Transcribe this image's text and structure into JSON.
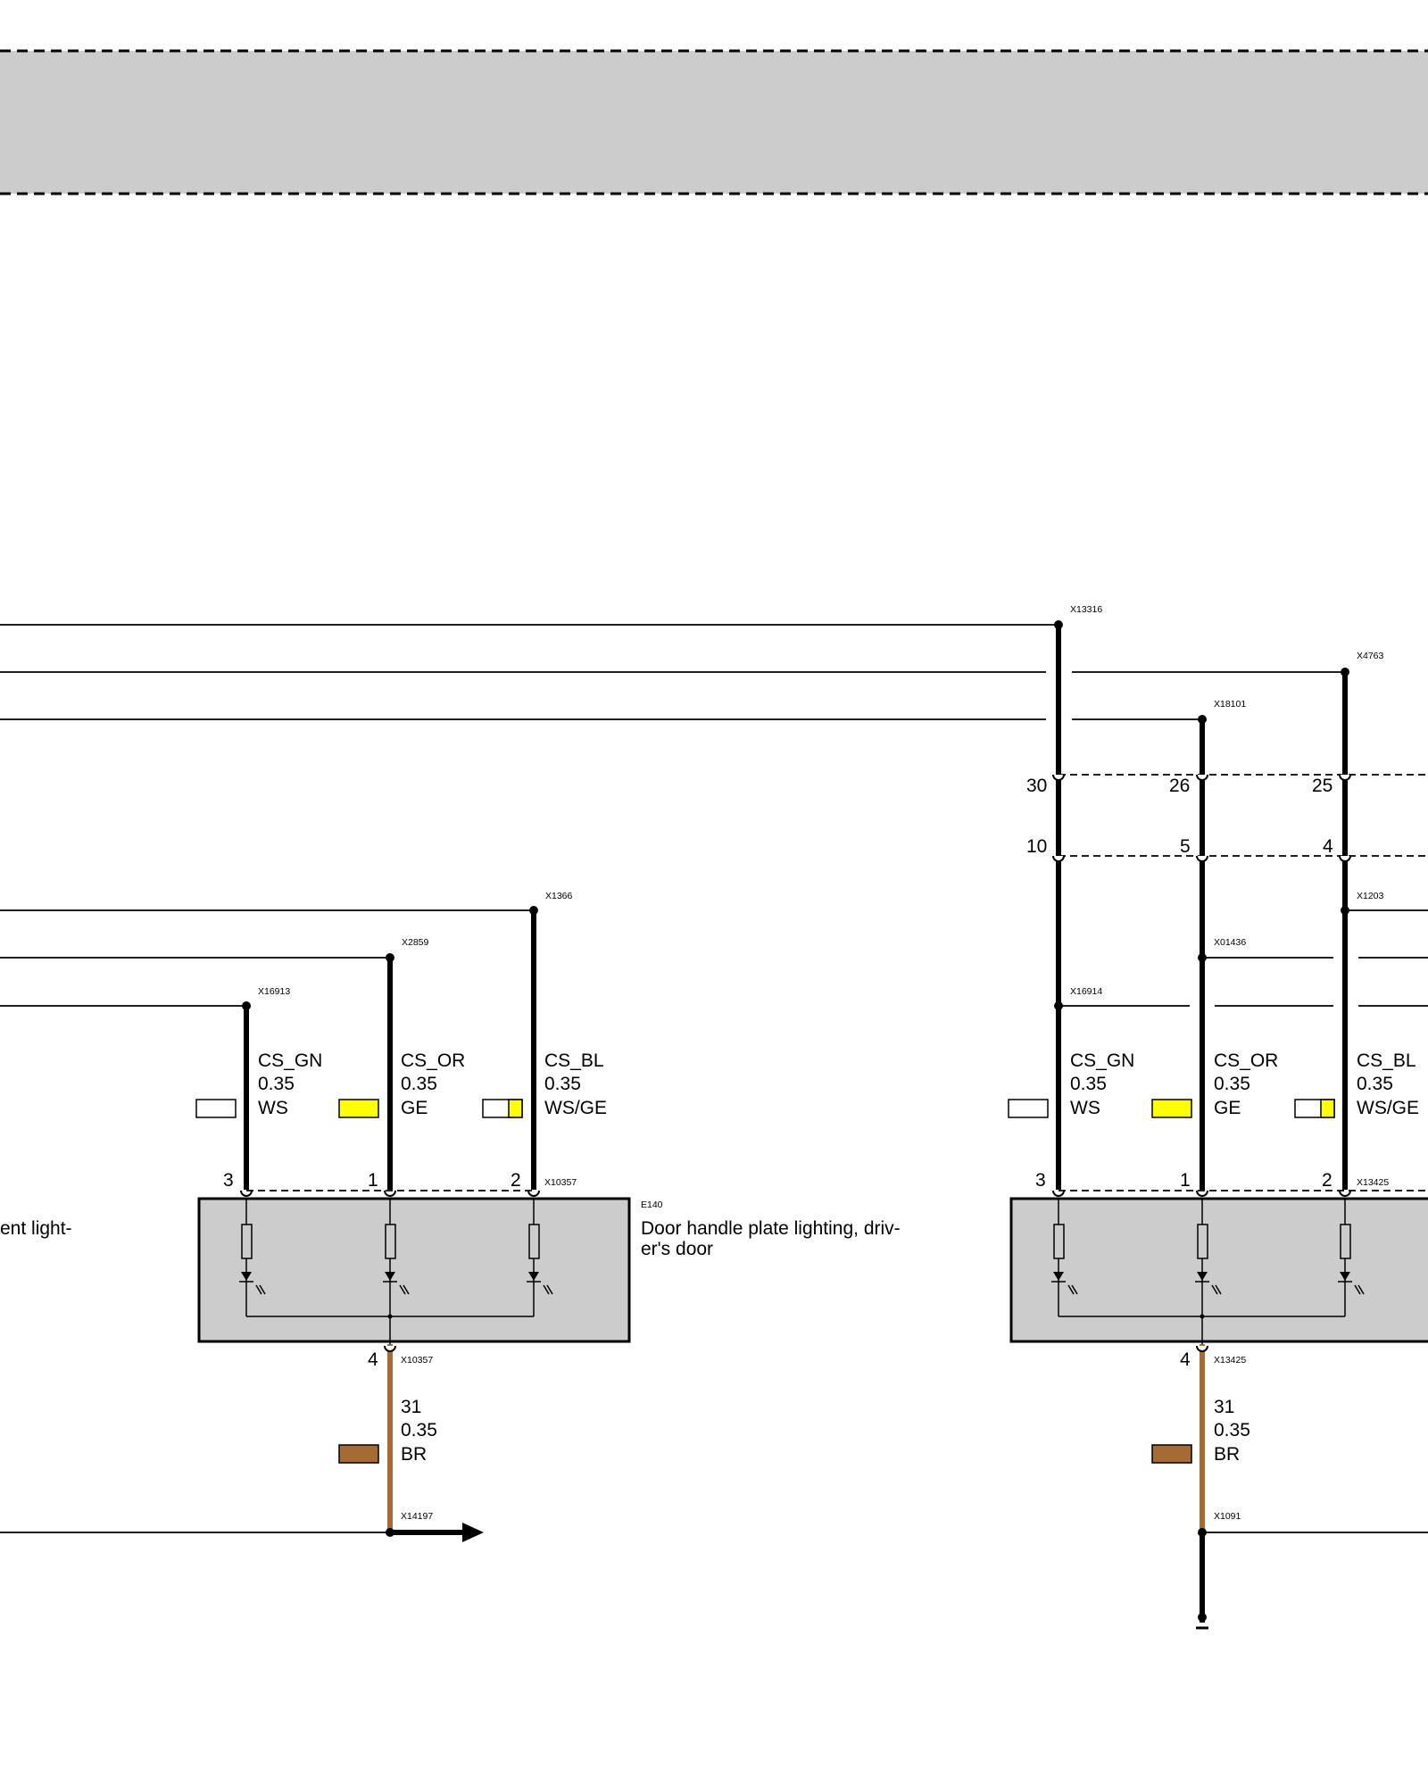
{
  "labels": {
    "partial_left_desc": "ent light-",
    "e140_id": "E140",
    "e140_desc_line1": "Door handle plate lighting, driv-",
    "e140_desc_line2": "er's door"
  },
  "connectors": {
    "x13316": "X13316",
    "x4763": "X4763",
    "x18101": "X18101",
    "x1366": "X1366",
    "x2859": "X2859",
    "x16913": "X16913",
    "x16914": "X16914",
    "x01436": "X01436",
    "x1203": "X1203",
    "x10357_top": "X10357",
    "x13425_top": "X13425",
    "x10357_bot": "X10357",
    "x13425_bot": "X13425",
    "x14197": "X14197",
    "x1091": "X1091"
  },
  "pins": {
    "c1_30": "30",
    "c1_10": "10",
    "c2_26": "26",
    "c2_5": "5",
    "c3_25": "25",
    "c3_4": "4",
    "l_3": "3",
    "l_1": "1",
    "l_2": "2",
    "l_4": "4",
    "r_3": "3",
    "r_1": "1",
    "r_2": "2",
    "r_4": "4"
  },
  "wires": {
    "l_gn": {
      "signal": "CS_GN",
      "size": "0.35",
      "color": "WS"
    },
    "l_or": {
      "signal": "CS_OR",
      "size": "0.35",
      "color": "GE"
    },
    "l_bl": {
      "signal": "CS_BL",
      "size": "0.35",
      "color": "WS/GE"
    },
    "l_gnd": {
      "signal": "31",
      "size": "0.35",
      "color": "BR"
    },
    "r_gn": {
      "signal": "CS_GN",
      "size": "0.35",
      "color": "WS"
    },
    "r_or": {
      "signal": "CS_OR",
      "size": "0.35",
      "color": "GE"
    },
    "r_bl": {
      "signal": "CS_BL",
      "size": "0.35",
      "color": "WS/GE"
    },
    "r_gnd": {
      "signal": "31",
      "size": "0.35",
      "color": "BR"
    }
  },
  "colors": {
    "ws": "#ffffff",
    "ge": "#ffff00",
    "br": "#a66b35",
    "wire": "#000000",
    "box": "#cccccc"
  }
}
